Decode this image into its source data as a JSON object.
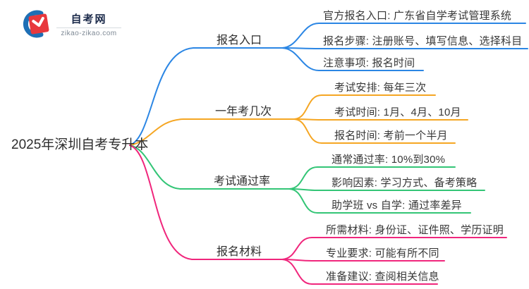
{
  "logo": {
    "site_name": "自考网",
    "site_url": "zikao-zikao.com"
  },
  "palette": {
    "branch_entry": "#2B86E4",
    "branch_times": "#F5A623",
    "branch_passrate": "#33C576",
    "branch_materials": "#F0267C",
    "text": "#383838"
  },
  "mindmap": {
    "root": {
      "label": "2025年深圳自考专升本"
    },
    "branches": [
      {
        "label": "报名入口",
        "color": "#2B86E4",
        "children": [
          "官方报名入口: 广东省自学考试管理系统",
          "报名步骤: 注册账号、填写信息、选择科目",
          "注意事项: 报名时间"
        ]
      },
      {
        "label": "一年考几次",
        "color": "#F5A623",
        "children": [
          "考试安排: 每年三次",
          "考试时间: 1月、4月、10月",
          "报名时间: 考前一个半月"
        ]
      },
      {
        "label": "考试通过率",
        "color": "#33C576",
        "children": [
          "通常通过率: 10%到30%",
          "影响因素: 学习方式、备考策略",
          "助学班 vs 自学: 通过率差异"
        ]
      },
      {
        "label": "报名材料",
        "color": "#F0267C",
        "children": [
          "所需材料: 身份证、证件照、学历证明",
          "专业要求: 可能有所不同",
          "准备建议: 查阅相关信息"
        ]
      }
    ]
  }
}
